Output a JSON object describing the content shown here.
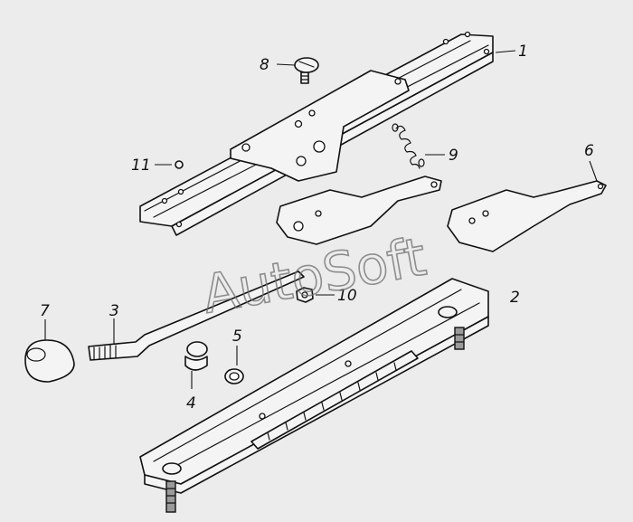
{
  "watermark": "AutoSoft",
  "callouts": {
    "c1": "1",
    "c2": "2",
    "c3": "3",
    "c4": "4",
    "c5": "5",
    "c6": "6",
    "c7": "7",
    "c8": "8",
    "c9": "9",
    "c10": "10",
    "c11": "11"
  }
}
